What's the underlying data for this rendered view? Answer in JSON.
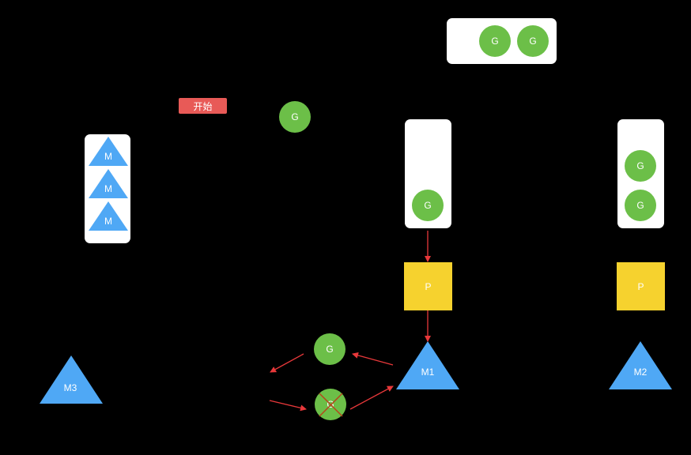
{
  "colors": {
    "background": "#000000",
    "goroutine": "#6cbf48",
    "processor": "#f6d22e",
    "machine": "#4fa8f5",
    "arrow": "#e8383a",
    "tag": "#e85a57",
    "queue": "#ffffff",
    "cross": "#b5471c"
  },
  "start_tag": {
    "label": "开始"
  },
  "global_queue": {
    "goroutines": [
      {
        "label": "G"
      },
      {
        "label": "G"
      }
    ]
  },
  "new_goroutine": {
    "label": "G"
  },
  "idle_machines": {
    "machines": [
      {
        "label": "M"
      },
      {
        "label": "M"
      },
      {
        "label": "M"
      }
    ]
  },
  "local_queues": [
    {
      "goroutines": [
        {
          "label": "G"
        }
      ]
    },
    {
      "goroutines": [
        {
          "label": "G"
        },
        {
          "label": "G"
        }
      ]
    }
  ],
  "processors": [
    {
      "label": "P"
    },
    {
      "label": "P"
    }
  ],
  "machines": [
    {
      "label": "M1"
    },
    {
      "label": "M2"
    },
    {
      "label": "M3"
    }
  ],
  "running_goroutine": {
    "label": "G"
  },
  "finished_goroutine": {
    "label": "G",
    "crossed": true
  }
}
